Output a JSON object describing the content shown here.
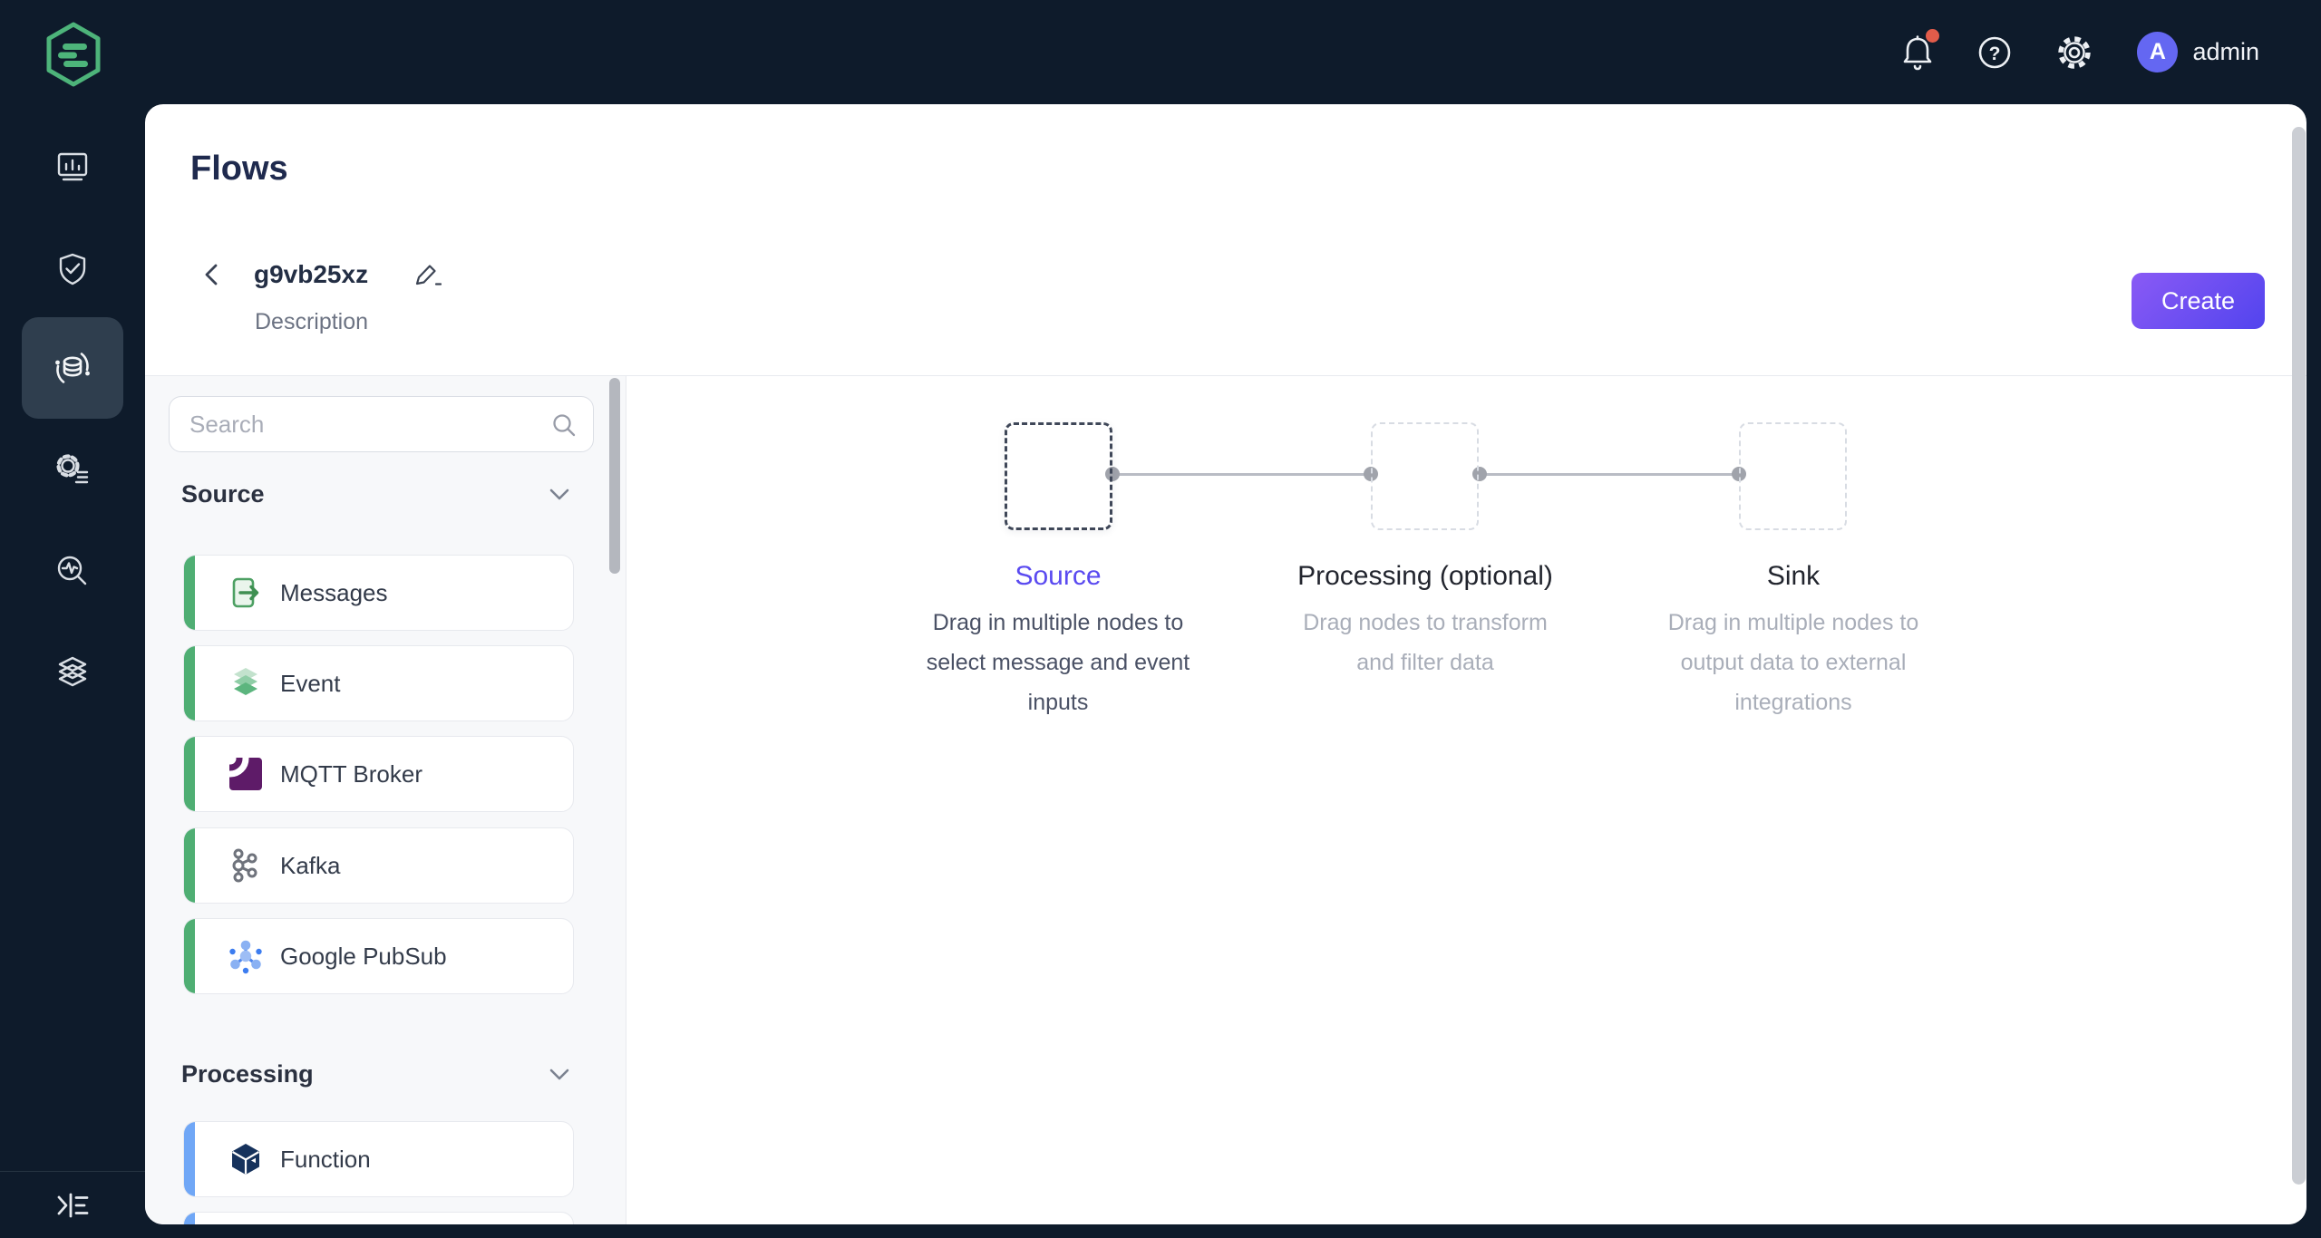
{
  "topbar": {
    "logo_icon": "emqx-logo",
    "notification_icon": "bell-icon",
    "has_notification_badge": true,
    "help_icon": "help-icon",
    "settings_icon": "gear-icon",
    "user": {
      "avatar_initial": "A",
      "name": "admin"
    }
  },
  "sidebar": {
    "items": [
      {
        "icon": "dashboard-icon",
        "active": false
      },
      {
        "icon": "shield-check-icon",
        "active": false
      },
      {
        "icon": "data-integration-icon",
        "active": true
      },
      {
        "icon": "gear-list-icon",
        "active": false
      },
      {
        "icon": "monitor-search-icon",
        "active": false
      },
      {
        "icon": "layers-icon",
        "active": false
      }
    ],
    "collapse_icon": "collapse-sidebar-icon"
  },
  "page": {
    "title": "Flows"
  },
  "flow_header": {
    "back_icon": "back-chevron-icon",
    "name": "g9vb25xz",
    "edit_icon": "edit-pencil-icon",
    "description": "Description",
    "create_button": "Create"
  },
  "palette": {
    "search": {
      "placeholder": "Search",
      "icon": "search-icon"
    },
    "sections": [
      {
        "label": "Source",
        "collapse_icon": "chevron-down-icon",
        "items": [
          {
            "label": "Messages",
            "icon": "messages-icon",
            "accent": "#4fae73"
          },
          {
            "label": "Event",
            "icon": "event-icon",
            "accent": "#4fae73"
          },
          {
            "label": "MQTT Broker",
            "icon": "mqtt-icon",
            "accent": "#4fae73"
          },
          {
            "label": "Kafka",
            "icon": "kafka-icon",
            "accent": "#4fae73"
          },
          {
            "label": "Google PubSub",
            "icon": "pubsub-icon",
            "accent": "#4fae73"
          }
        ]
      },
      {
        "label": "Processing",
        "collapse_icon": "chevron-down-icon",
        "items": [
          {
            "label": "Function",
            "icon": "function-icon",
            "accent": "#70a7f6"
          }
        ],
        "partially_visible_next_item": true
      }
    ]
  },
  "canvas": {
    "steps": [
      {
        "title": "Source",
        "description": "Drag in multiple nodes to select message and event inputs",
        "highlighted": true
      },
      {
        "title": "Processing (optional)",
        "description": "Drag nodes to transform and filter data",
        "highlighted": false
      },
      {
        "title": "Sink",
        "description": "Drag in multiple nodes to output data to external integrations",
        "highlighted": false
      }
    ]
  },
  "colors": {
    "topbar_bg": "#0e1b2b",
    "card_bg": "#ffffff",
    "palette_bg": "#f7f8fa",
    "accent_green": "#4fae73",
    "accent_blue": "#70a7f6",
    "avatar_purple": "#6467f2",
    "create_gradient_start": "#8a5af5",
    "create_gradient_end": "#5244ee",
    "source_title_purple": "#5a4af0",
    "notification_badge": "#e25c4a",
    "mqtt_purple": "#5e1b68",
    "logo_green": "#4db47a"
  }
}
